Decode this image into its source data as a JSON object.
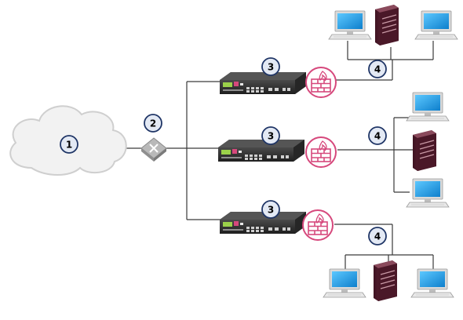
{
  "badges": [
    {
      "id": "internet-cloud",
      "label": "1"
    },
    {
      "id": "switch",
      "label": "2"
    },
    {
      "id": "appliance-top",
      "label": "3"
    },
    {
      "id": "appliance-middle",
      "label": "3"
    },
    {
      "id": "appliance-bottom",
      "label": "3"
    },
    {
      "id": "lan-top",
      "label": "4"
    },
    {
      "id": "lan-middle",
      "label": "4"
    },
    {
      "id": "lan-bottom",
      "label": "4"
    }
  ],
  "colors": {
    "badge_fill": "#e3e9f4",
    "badge_stroke": "#1f3566",
    "line": "#3a3a3a",
    "cloud_fill": "#f2f2f2",
    "cloud_stroke": "#cfcfcf",
    "firewall_ring": "#d6487c",
    "server": "#5a2233",
    "monitor": "#1c9fe6",
    "appliance_body": "#2d2d2d"
  },
  "icons": [
    "internet-cloud-icon",
    "switch-icon",
    "security-appliance-icon",
    "firewall-icon",
    "server-icon",
    "desktop-computer-icon"
  ]
}
